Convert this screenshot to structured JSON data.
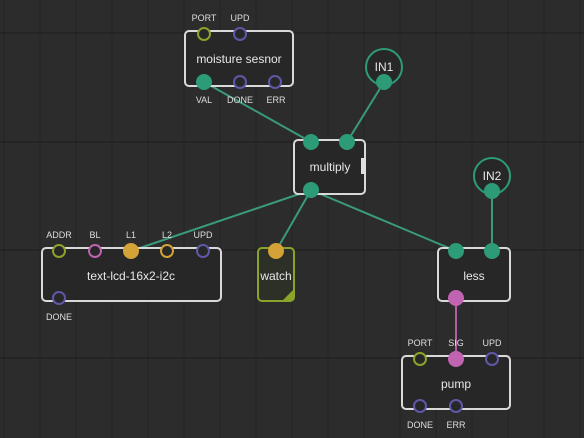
{
  "nodes": {
    "moisture": {
      "title": "moisture sesnor",
      "pins_top": [
        "PORT",
        "UPD"
      ],
      "pins_bottom": [
        "VAL",
        "DONE",
        "ERR"
      ]
    },
    "in1": {
      "title": "IN1"
    },
    "multiply": {
      "title": "multiply"
    },
    "in2": {
      "title": "IN2"
    },
    "lcd": {
      "title": "text-lcd-16x2-i2c",
      "pins_top": [
        "ADDR",
        "BL",
        "L1",
        "L2",
        "UPD"
      ],
      "pins_bottom": [
        "DONE"
      ]
    },
    "watch": {
      "title": "watch"
    },
    "less": {
      "title": "less"
    },
    "pump": {
      "title": "pump",
      "pins_top": [
        "PORT",
        "SIG",
        "UPD"
      ],
      "pins_bottom": [
        "DONE",
        "ERR"
      ]
    }
  },
  "colors": {
    "background": "#2c2c2c",
    "node_border": "#d9d9d9",
    "pin_number": "#2e9b78",
    "pin_pulse": "#5d58a8",
    "pin_port": "#8aa32b",
    "pin_string": "#d4a236",
    "pin_boolean": "#c063b0",
    "wire_number": "#3a9a7d",
    "wire_boolean": "#b35da3"
  }
}
